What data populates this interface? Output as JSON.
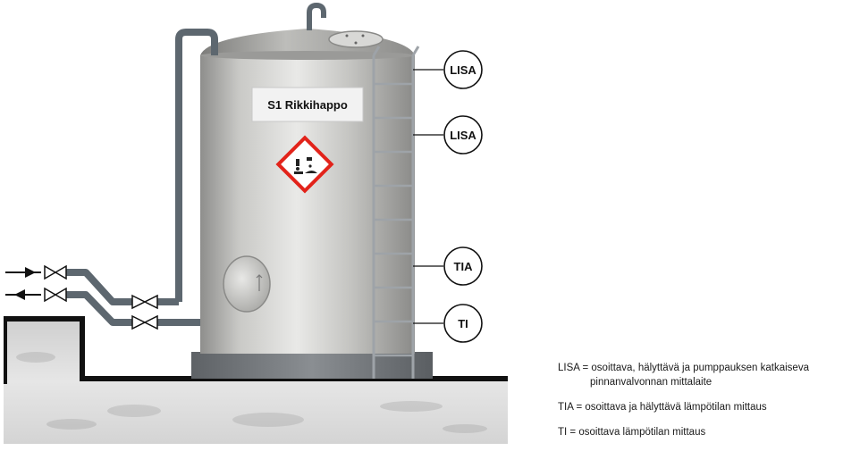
{
  "tank": {
    "label": "S1 Rikkihappo",
    "hazard_symbol": "corrosive-ghs-icon"
  },
  "instruments": [
    {
      "tag": "LISA"
    },
    {
      "tag": "LISA"
    },
    {
      "tag": "TIA"
    },
    {
      "tag": "TI"
    }
  ],
  "legend": {
    "lisa_line1": "LISA = osoittava, hälyttävä ja pumppauksen katkaiseva",
    "lisa_line2": "pinnanvalvonnan mittalaite",
    "tia": "TIA = osoittava ja hälyttävä lämpötilan mittaus",
    "ti": "TI = osoittava lämpötilan mittaus"
  },
  "colors": {
    "tank_body": "#b9b9b6",
    "pipe": "#5d676f",
    "hazard_border": "#e2231a",
    "concrete": "#dcdcdc"
  }
}
